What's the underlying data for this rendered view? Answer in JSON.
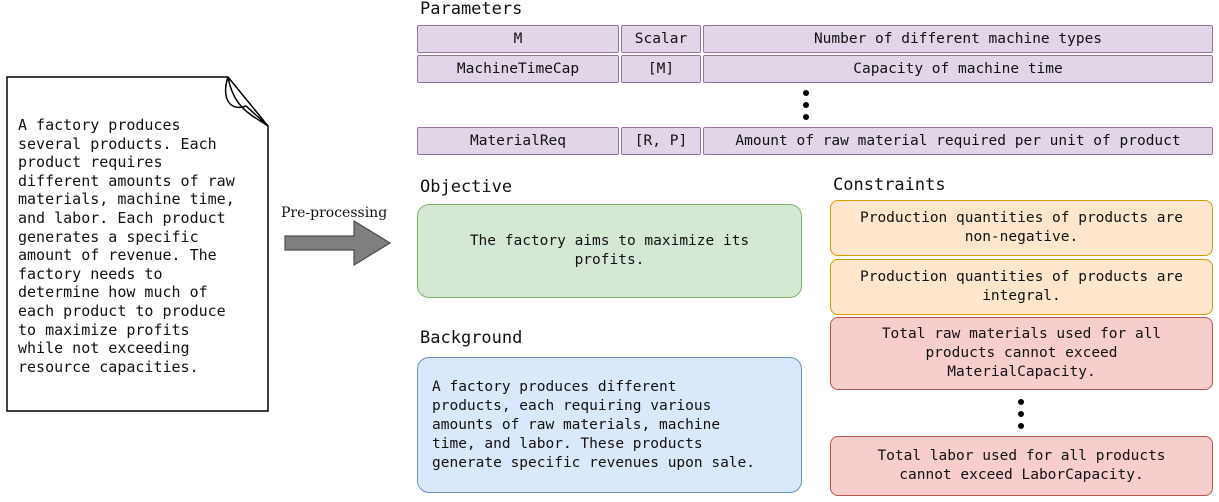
{
  "document": {
    "text": "A factory produces\nseveral products. Each\nproduct requires\ndifferent amounts of raw\nmaterials, machine time,\nand labor. Each product\ngenerates a specific\namount of revenue. The\nfactory needs to\ndetermine how much of\neach product to produce\nto maximize profits\nwhile not exceeding\nresource capacities."
  },
  "arrow": {
    "label": "Pre-processing"
  },
  "parameters": {
    "title": "Parameters",
    "rows": [
      {
        "name": "M",
        "shape": "Scalar",
        "description": "Number of different machine types"
      },
      {
        "name": "MachineTimeCap",
        "shape": "[M]",
        "description": "Capacity of machine time"
      },
      {
        "name": "MaterialReq",
        "shape": "[R, P]",
        "description": "Amount of raw material required per unit of product"
      }
    ]
  },
  "objective": {
    "title": "Objective",
    "text": "The factory aims to maximize its\nprofits."
  },
  "background": {
    "title": "Background",
    "text": "A factory produces different\nproducts, each requiring various\namounts of raw materials, machine\ntime, and labor. These products\ngenerate specific revenues upon sale."
  },
  "constraints": {
    "title": "Constraints",
    "items": [
      {
        "text": "Production quantities of products are\nnon-negative.",
        "color": "#ffe6cc"
      },
      {
        "text": "Production quantities of products are\nintegral.",
        "color": "#ffe6cc"
      },
      {
        "text": "Total raw materials used for all\nproducts cannot exceed\nMaterialCapacity.",
        "color": "#f8cecc"
      },
      {
        "text": "Total labor used for all products\ncannot exceed LaborCapacity.",
        "color": "#f8cecc"
      }
    ]
  }
}
